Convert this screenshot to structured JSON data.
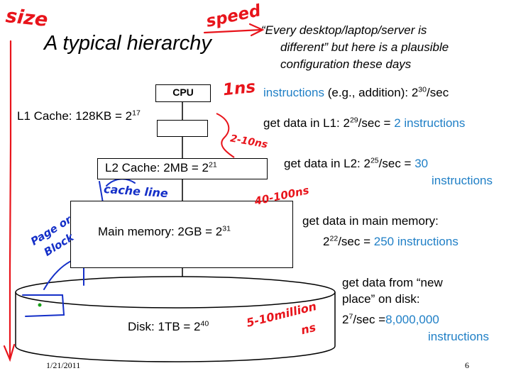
{
  "slide": {
    "title": "A typical hierarchy",
    "intro": {
      "line1": "“Every desktop/laptop/server is",
      "line2": "different” but here is a plausible",
      "line3": "configuration these days"
    },
    "footer": {
      "date": "1/21/2011",
      "page": "6"
    }
  },
  "hierarchy": {
    "cpu": "CPU",
    "l1": {
      "label": "L1 Cache: 128KB = 2",
      "exp": "17"
    },
    "l2": {
      "label": "L2 Cache: 2MB = 2",
      "exp": "21"
    },
    "main": {
      "label": "Main memory: 2GB = 2",
      "exp": "31"
    },
    "disk": {
      "label": "Disk: 1TB = 2",
      "exp": "40"
    }
  },
  "facts": {
    "instr": {
      "blue": "instructions",
      "text": " (e.g., addition): 2",
      "exp": "30",
      "tail": "/sec"
    },
    "l1": {
      "text": "get data in L1: 2",
      "exp": "29",
      "mid": "/sec = ",
      "blue": "2 instructions"
    },
    "l2": {
      "text": "get data in L2: 2",
      "exp": "25",
      "mid": "/sec = ",
      "blue1": "30",
      "blue2": "instructions"
    },
    "main": {
      "line1": "get data in main memory:",
      "base": "2",
      "exp": "22",
      "mid": "/sec = ",
      "blue": "250 instructions"
    },
    "disk": {
      "line1": "get data from “new",
      "line2": "place” on disk:",
      "base": "2",
      "exp": "7",
      "mid": "/sec =",
      "blue1": "8,000,000",
      "blue2": "instructions"
    }
  },
  "annotations": {
    "size": "size",
    "speed": "speed",
    "ns1": "1ns",
    "ns2to10": "2-10ns",
    "ns40to100": "40-100ns",
    "cache_line": "cache line",
    "page_or_block_1": "Page or",
    "page_or_block_2": "Block",
    "disk_ns_1": "5-10million",
    "disk_ns_2": "ns"
  },
  "colors": {
    "accent_blue": "#1F7FC6",
    "ink_red": "#E8141B",
    "ink_blue": "#1530C8",
    "ink_green": "#18A018"
  }
}
